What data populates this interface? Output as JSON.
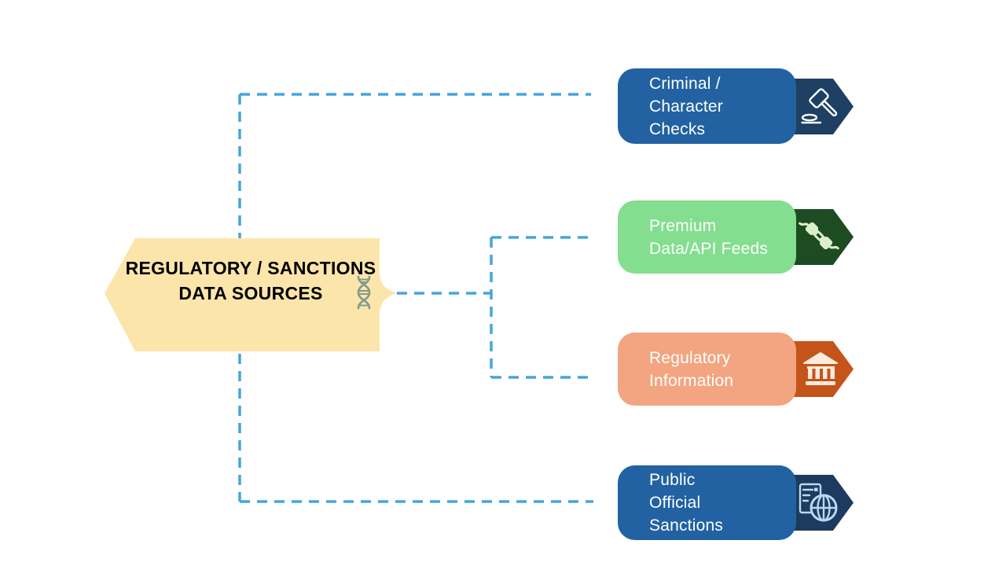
{
  "diagram_title": "Regulatory / Sanctions Data Sources diagram",
  "colors": {
    "background": "#FFFFFF",
    "connector": "#45A5DC",
    "source_fill": "#FBE5AB",
    "source_text": "#000000",
    "dna_icon": "#7F9B8C"
  },
  "connector_style": "dashed",
  "source": {
    "title_lines": [
      "REGULATORY /",
      "SANCTIONS",
      "DATA SOURCES"
    ],
    "icon": "dna-icon"
  },
  "nodes": [
    {
      "id": "criminal-character-checks",
      "lines": [
        "Criminal /",
        "Character",
        "Checks"
      ],
      "box_color": "#2262A2",
      "pentagon_color": "#1D4063",
      "text_color": "#FFFFFF",
      "icon": "gavel-icon",
      "icon_color": "#FFFFFF"
    },
    {
      "id": "premium-data-api-feeds",
      "lines": [
        "Premium",
        "Data/API Feeds"
      ],
      "box_color": "#84DE8F",
      "pentagon_color": "#1D4B22",
      "text_color": "#FFFFFF",
      "icon": "plug-icon",
      "icon_color": "#DCEFCB"
    },
    {
      "id": "regulatory-information",
      "lines": [
        "Regulatory",
        "Information"
      ],
      "box_color": "#F2A580",
      "pentagon_color": "#C5541A",
      "text_color": "#FFFFFF",
      "icon": "bank-icon",
      "icon_color": "#FAEBDD"
    },
    {
      "id": "public-official-sanctions",
      "lines": [
        "Public",
        "Official",
        "Sanctions"
      ],
      "box_color": "#2262A2",
      "pentagon_color": "#1C3B5F",
      "text_color": "#FFFFFF",
      "icon": "globe-document-icon",
      "icon_color": "#B8D9F2"
    }
  ]
}
